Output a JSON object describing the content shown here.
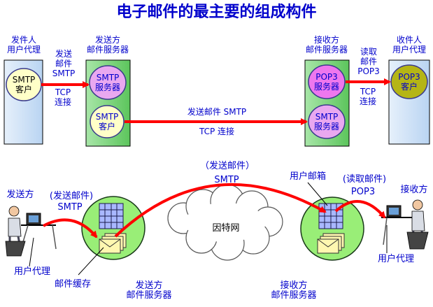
{
  "title": "电子邮件的最主要的组成构件",
  "top": {
    "sender_box": {
      "line1": "发件人",
      "line2": "用户代理"
    },
    "sender_server": {
      "line1": "发送方",
      "line2": "邮件服务器"
    },
    "receiver_server": {
      "line1": "接收方",
      "line2": "邮件服务器"
    },
    "receiver_box": {
      "line1": "收件人",
      "line2": "用户代理"
    },
    "smtp_client_a": {
      "line1": "SMTP",
      "line2": "客户"
    },
    "smtp_server": {
      "line1": "SMTP",
      "line2": "服务器"
    },
    "smtp_client_b": {
      "line1": "SMTP",
      "line2": "客户"
    },
    "pop3_server": {
      "line1": "POP3",
      "line2": "服务器"
    },
    "smtp_server_b": {
      "line1": "SMTP",
      "line2": "服务器"
    },
    "pop3_client": {
      "line1": "POP3",
      "line2": "客户"
    },
    "send_label": {
      "line1": "发送",
      "line2": "邮件",
      "line3": "SMTP"
    },
    "tcp_left": {
      "line1": "TCP",
      "line2": "连接"
    },
    "mid_send": "发送邮件 SMTP",
    "mid_tcp": "TCP 连接",
    "read_label": {
      "line1": "读取",
      "line2": "邮件",
      "line3": "POP3"
    },
    "tcp_right": {
      "line1": "TCP",
      "line2": "连接"
    }
  },
  "bottom": {
    "sender": "发送方",
    "send_paren": "(发送邮件)",
    "send_smtp": "SMTP",
    "center_paren": "（发送邮件）",
    "center_smtp": "SMTP",
    "mailbox": "用户邮箱",
    "read_paren": "(读取邮件)",
    "read_pop3": "POP3",
    "receiver": "接收方",
    "internet": "因特网",
    "ua_left": "用户代理",
    "mail_cache": "邮件缓存",
    "send_server": {
      "line1": "发送方",
      "line2": "邮件服务器"
    },
    "recv_server": {
      "line1": "接收方",
      "line2": "邮件服务器"
    },
    "ua_right": "用户代理"
  },
  "colors": {
    "text_blue": "#0000cc",
    "panel_blue": "#cfe2f7",
    "server_green": "#7dd27d",
    "client_yellow": "#ffffc8",
    "server_pink": "#e9a8f0",
    "pop3_magenta": "#ee77ee",
    "pop3_client_olive": "#b5b515",
    "arrow_red": "#ff0000",
    "node_green": "#99ee77"
  }
}
